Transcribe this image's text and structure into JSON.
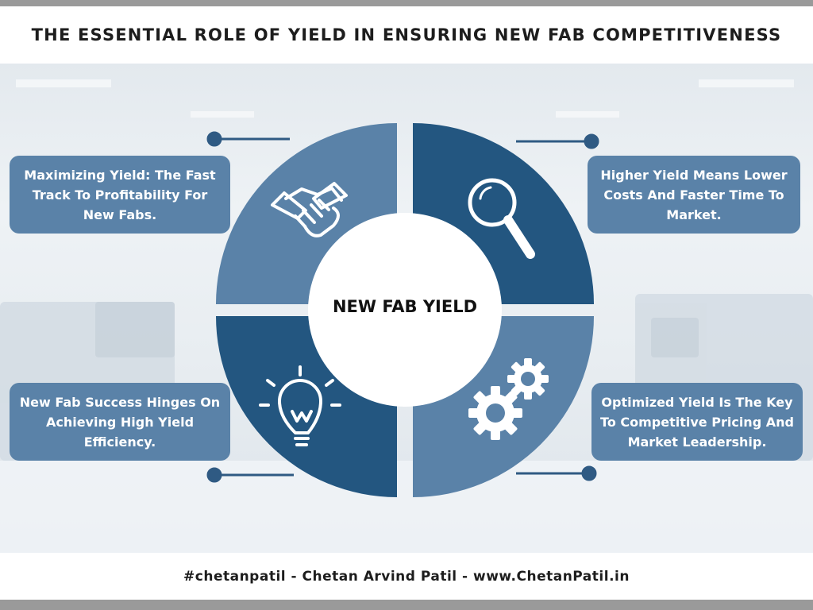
{
  "title": "THE ESSENTIAL ROLE OF YIELD IN ENSURING NEW FAB COMPETITIVENESS",
  "center_label": "NEW FAB YIELD",
  "quadrants": [
    {
      "text": "Maximizing Yield: The Fast Track To Profitability For New Fabs.",
      "icon": "handshake-icon"
    },
    {
      "text": "Higher Yield Means Lower Costs And Faster Time To Market.",
      "icon": "magnifier-icon"
    },
    {
      "text": "New Fab Success Hinges On Achieving High Yield Efficiency.",
      "icon": "lightbulb-icon"
    },
    {
      "text": "Optimized Yield Is The Key To Competitive Pricing And Market Leadership.",
      "icon": "gears-icon"
    }
  ],
  "footer": "#chetanpatil - Chetan Arvind Patil - www.ChetanPatil.in",
  "colors": {
    "light_blue": "#5a82a8",
    "dark_blue": "#235680",
    "box_blue": "#5a82a8",
    "connector": "#2f5a83"
  }
}
